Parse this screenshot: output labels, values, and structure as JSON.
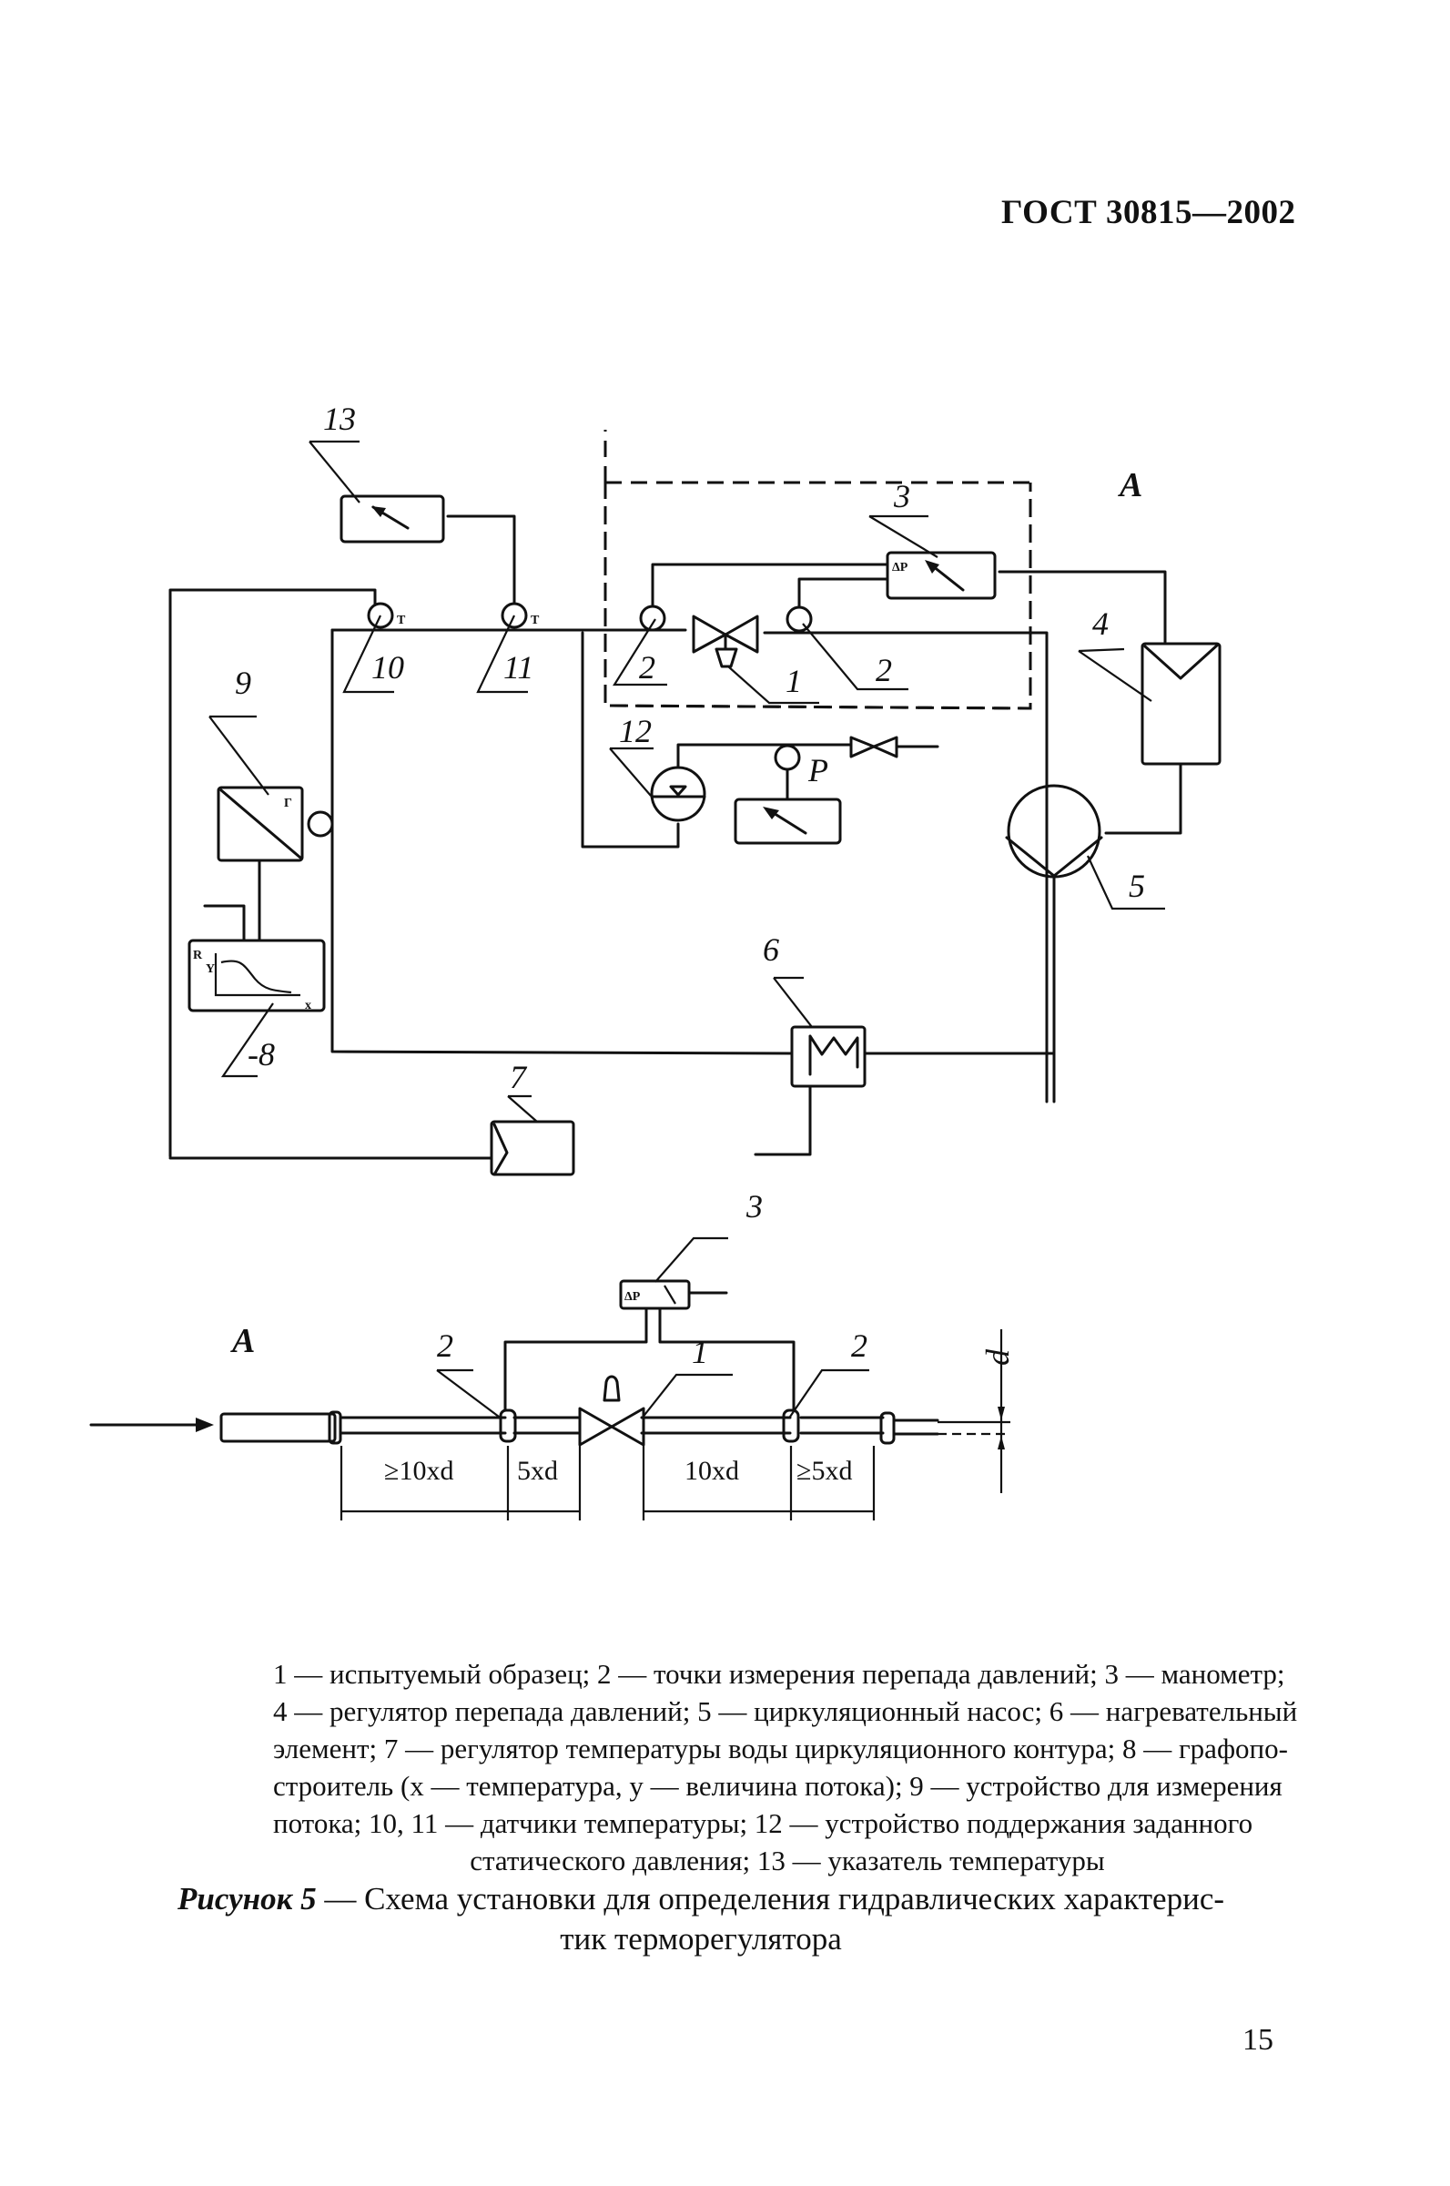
{
  "header": {
    "standard_code": "ГОСТ 30815—2002"
  },
  "diagram": {
    "labels": {
      "l1": "1",
      "l2a": "2",
      "l2b": "2",
      "l3": "3",
      "l4": "4",
      "l5": "5",
      "l6": "6",
      "l7": "7",
      "l8": "-8",
      "l9": "9",
      "l10": "10",
      "l11": "11",
      "l12": "12",
      "l13": "13",
      "p": "P",
      "section_a": "A"
    },
    "glyphs": {
      "t1": "T",
      "t2": "T",
      "dp": "ΔP",
      "r": "R",
      "y": "Y",
      "x": "x",
      "g": "Γ"
    },
    "detail": {
      "section_a": "A",
      "l1": "1",
      "l2a": "2",
      "l2b": "2",
      "l3": "3",
      "dp": "ΔP",
      "d": "d",
      "dims": [
        "≥10xd",
        "5xd",
        "10xd",
        "≥5xd"
      ]
    }
  },
  "legend": {
    "items": [
      {
        "num": "1",
        "text": "испытуемый образец"
      },
      {
        "num": "2",
        "text": "точки измерения перепада давлений"
      },
      {
        "num": "3",
        "text": "манометр"
      },
      {
        "num": "4",
        "text": "регулятор перепада давлений"
      },
      {
        "num": "5",
        "text": "циркуляционный насос"
      },
      {
        "num": "6",
        "text": "нагревательный элемент"
      },
      {
        "num": "7",
        "text": "регулятор температуры воды циркуляционного контура"
      },
      {
        "num": "8",
        "text": "графопостроитель (x — температура, y — величина потока)"
      },
      {
        "num": "9",
        "text": "устройство для измерения потока"
      },
      {
        "num": "10, 11",
        "text": "датчики температуры"
      },
      {
        "num": "12",
        "text": "устройство поддержания заданного статического давления"
      },
      {
        "num": "13",
        "text": "указатель температуры"
      }
    ],
    "line1": "1 — испытуемый образец; 2 — точки измерения перепада давлений; 3 — манометр;",
    "line2": "4 — регулятор перепада давлений; 5 — циркуляционный насос; 6 — нагревательный",
    "line3": "элемент; 7 — регулятор температуры воды циркуляционного контура; 8 — графопо-",
    "line4": "строитель (x — температура, y — величина потока); 9 — устройство для измерения",
    "line5": "потока; 10, 11 — датчики температуры; 12 — устройство поддержания заданного",
    "line6": "статического давления; 13 — указатель температуры"
  },
  "caption": {
    "prefix": "Рисунок 5",
    "text": " — Схема установки для определения гидравлических характерис-",
    "text2": "тик терморегулятора"
  },
  "page_number": "15"
}
